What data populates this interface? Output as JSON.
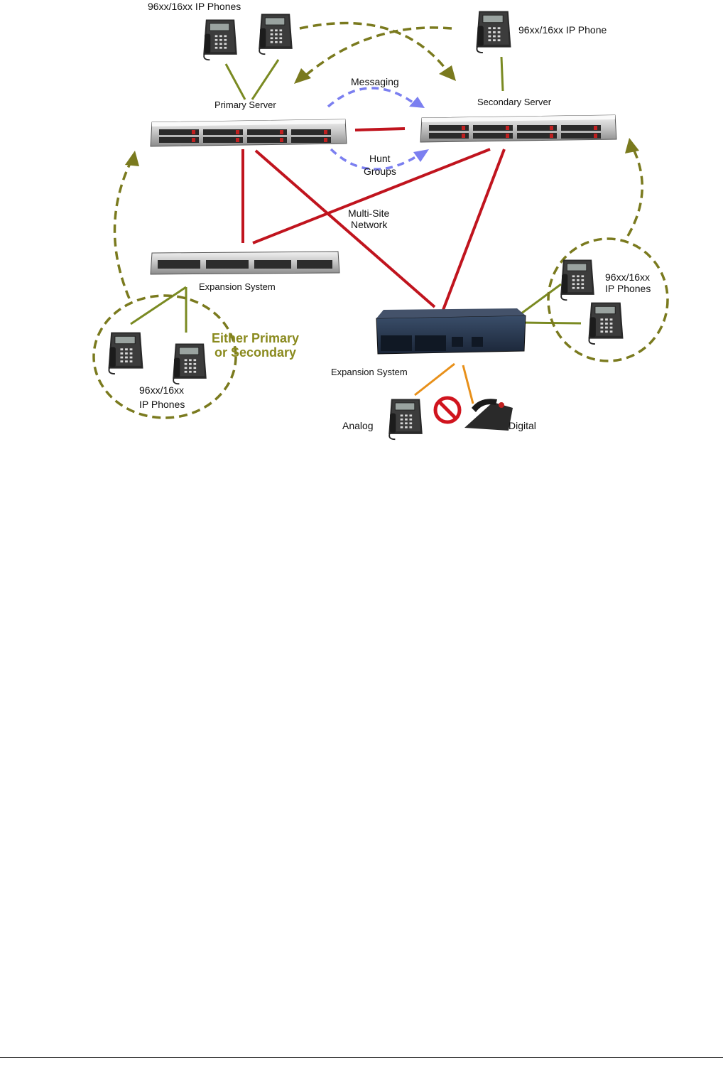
{
  "labels": {
    "top_ip_phones": "96xx/16xx IP Phones",
    "top_right_ip_phone": "96xx/16xx IP Phone",
    "primary_server": "Primary Server",
    "secondary_server": "Secondary Server",
    "messaging": "Messaging",
    "hunt_line1": "Hunt",
    "hunt_line2": "Groups",
    "multisite_line1": "Multi-Site",
    "multisite_line2": "Network",
    "expansion_left": "Expansion System",
    "expansion_right": "Expansion System",
    "either_line1": "Either Primary",
    "either_line2": "or Secondary",
    "left_phones_line1": "96xx/16xx",
    "left_phones_line2": "IP Phones",
    "right_phones_line1": "96xx/16xx",
    "right_phones_line2": "IP Phones",
    "analog": "Analog",
    "digital": "Digital"
  },
  "colors": {
    "network_link": "#c0141e",
    "phone_link": "#7a8a22",
    "failover_dash": "#7a7a1e",
    "service_dash": "#7b7ff0",
    "analog_link": "#e8901a",
    "either_text": "#8a8a1e",
    "no_sign": "#d0141e"
  },
  "icons": [
    "desk-phone-icon",
    "rack-server-icon",
    "expansion-unit-icon",
    "no-entry-icon"
  ]
}
